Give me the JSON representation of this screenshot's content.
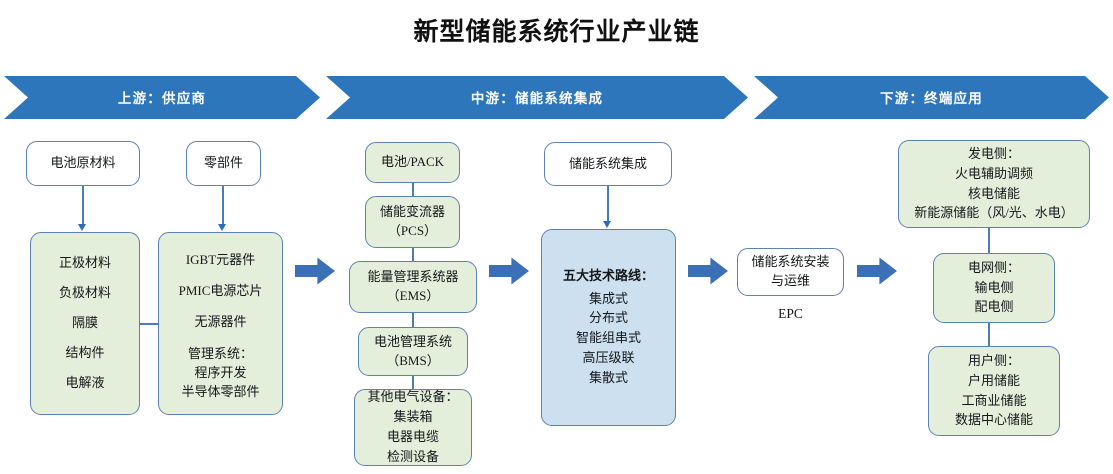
{
  "title": "新型储能系统行业产业链",
  "banner": {
    "segments": [
      {
        "label": "上游：供应商"
      },
      {
        "label": "中游：储能系统集成"
      },
      {
        "label": "下游：终端应用"
      }
    ],
    "color": "#2e76bb"
  },
  "colors": {
    "banner_blue": "#2e76bb",
    "box_green": "#e3efda",
    "box_blue": "#cde0f0",
    "box_white": "#ffffff",
    "border_blue": "#5b82b4",
    "arrow_blue": "#3b6fb6",
    "connector_blue": "#4a7ebb",
    "text": "#14171a"
  },
  "upstream": {
    "battery_raw_header": {
      "lines": [
        "电池原材料"
      ]
    },
    "components_header": {
      "lines": [
        "零部件"
      ]
    },
    "battery_raw_items": {
      "lines": [
        "正极材料",
        "负极材料",
        "隔膜",
        "结构件",
        "电解液"
      ]
    },
    "components_items": {
      "lines": [
        "IGBT元器件",
        "PMIC电源芯片",
        "无源器件",
        "管理系统：",
        "程序开发",
        "半导体零部件"
      ]
    }
  },
  "midstream": {
    "battery_pack": {
      "lines": [
        "电池/PACK"
      ]
    },
    "pcs": {
      "lines": [
        "储能变流器",
        "（PCS）"
      ]
    },
    "ems": {
      "lines": [
        "能量管理系统器",
        "（EMS）"
      ]
    },
    "bms": {
      "lines": [
        "电池管理系统",
        "（BMS）"
      ]
    },
    "other_equipment": {
      "lines": [
        "其他电气设备：",
        "集装箱",
        "电器电缆",
        "检测设备"
      ]
    },
    "system_integration": {
      "lines": [
        "储能系统集成"
      ]
    },
    "five_routes": {
      "lines": [
        "五大技术路线：",
        "集成式",
        "分布式",
        "智能组串式",
        "高压级联",
        "集散式"
      ]
    },
    "install_ops": {
      "lines": [
        "储能系统安装",
        "与运维"
      ]
    },
    "epc_label": "EPC"
  },
  "downstream": {
    "generation_side": {
      "lines": [
        "发电侧：",
        "火电辅助调频",
        "核电储能",
        "新能源储能（风/光、水电）"
      ]
    },
    "grid_side": {
      "lines": [
        "电网侧：",
        "输电侧",
        "配电侧"
      ]
    },
    "user_side": {
      "lines": [
        "用户侧：",
        "户用储能",
        "工商业储能",
        "数据中心储能"
      ]
    }
  }
}
